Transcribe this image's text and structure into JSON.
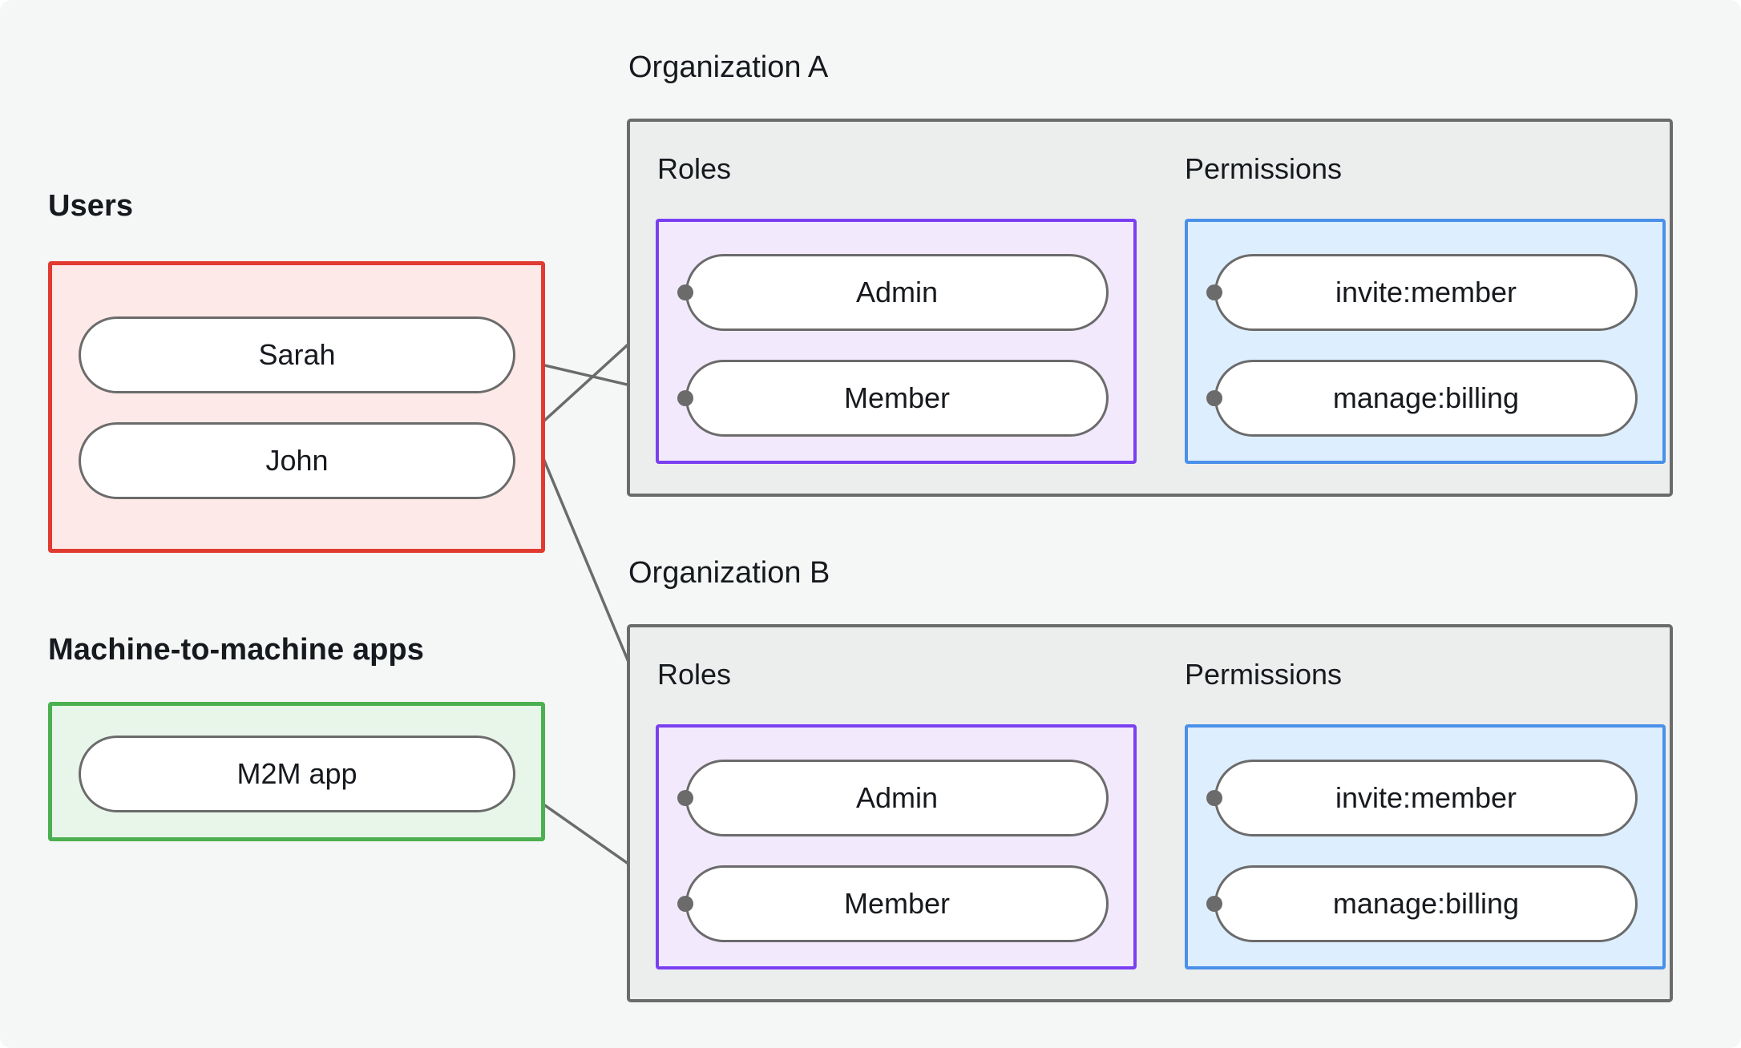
{
  "theme": {
    "background": "#f5f7f6",
    "text": "#16191d",
    "edge_color": "#6b6b6b",
    "users_border": "#e03a31",
    "users_fill": "#fdeae8",
    "m2m_border": "#4caf50",
    "m2m_fill": "#e8f6ea",
    "org_border": "#6b6b6b",
    "org_fill": "#eceeed",
    "roles_border": "#7b3ff2",
    "roles_fill": "#f2e9fd",
    "perms_border": "#4a90e8",
    "perms_fill": "#ddeeff",
    "node_border": "#6b6b6b",
    "node_fill": "#ffffff"
  },
  "left_column": {
    "users": {
      "label": "Users",
      "items": [
        {
          "label": "Sarah"
        },
        {
          "label": "John"
        }
      ]
    },
    "machines": {
      "label": "Machine-to-machine apps",
      "items": [
        {
          "label": "M2M app"
        }
      ]
    }
  },
  "organizations": [
    {
      "label": "Organization A",
      "roles_label": "Roles",
      "permissions_label": "Permissions",
      "roles": [
        {
          "label": "Admin"
        },
        {
          "label": "Member"
        }
      ],
      "permissions": [
        {
          "label": "invite:member"
        },
        {
          "label": "manage:billing"
        }
      ]
    },
    {
      "label": "Organization B",
      "roles_label": "Roles",
      "permissions_label": "Permissions",
      "roles": [
        {
          "label": "Admin"
        },
        {
          "label": "Member"
        }
      ],
      "permissions": [
        {
          "label": "invite:member"
        },
        {
          "label": "manage:billing"
        }
      ]
    }
  ],
  "connections": [
    {
      "from": "Sarah",
      "to": "Organization A / Member"
    },
    {
      "from": "Sarah",
      "to": "Organization B / Admin"
    },
    {
      "from": "John",
      "to": "Organization A / Admin"
    },
    {
      "from": "M2M app",
      "to": "Organization B / Member"
    },
    {
      "from": "Organization A / Admin",
      "to": "Organization A / invite:member"
    },
    {
      "from": "Organization A / Admin",
      "to": "Organization A / manage:billing"
    },
    {
      "from": "Organization A / Member",
      "to": "Organization A / manage:billing"
    },
    {
      "from": "Organization B / Admin",
      "to": "Organization B / invite:member"
    },
    {
      "from": "Organization B / Admin",
      "to": "Organization B / manage:billing"
    },
    {
      "from": "Organization B / Member",
      "to": "Organization B / manage:billing"
    }
  ]
}
